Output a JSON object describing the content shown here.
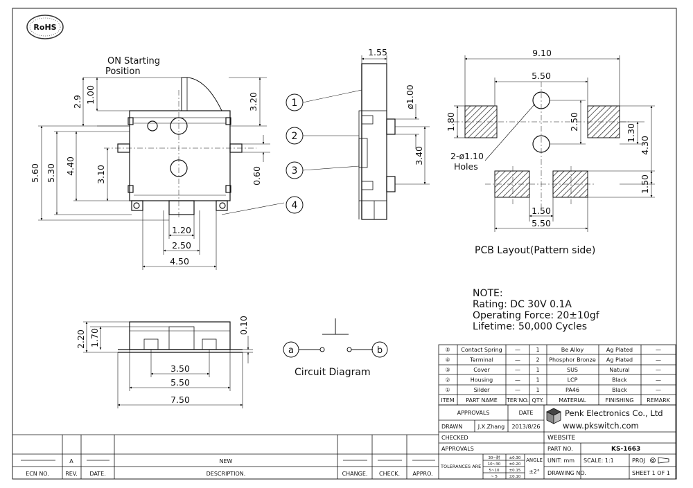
{
  "rohs_logo": "RoHS",
  "front_view": {
    "on_start_label": [
      "ON Starting",
      "Position"
    ],
    "dims": {
      "d1_00": "1.00",
      "d2_9": "2.9",
      "d3_20": "3.20",
      "d5_60": "5.60",
      "d5_30": "5.30",
      "d4_40": "4.40",
      "d3_10": "3.10",
      "d0_60": "0.60",
      "d1_20": "1.20",
      "d2_50": "2.50",
      "d4_50": "4.50"
    }
  },
  "side_view": {
    "dims": {
      "d1_55": "1.55",
      "d1_00": "ø1.00",
      "d3_40": "3.40"
    },
    "callouts": [
      "1",
      "2",
      "3",
      "4"
    ]
  },
  "pcb": {
    "dims": {
      "d9_10": "9.10",
      "d5_50_top": "5.50",
      "d1_80": "1.80",
      "d2_50": "2.50",
      "d1_30": "1.30",
      "d4_30": "4.30",
      "d1_50_right": "1.50",
      "d1_50_bottom": "1.50",
      "d5_50_bottom": "5.50"
    },
    "holes_label": [
      "2-ø1.10",
      "Holes"
    ],
    "caption": "PCB Layout(Pattern side)"
  },
  "notes": [
    "NOTE:",
    "Rating: DC 30V 0.1A",
    "Operating Force: 20±10gf",
    "Lifetime:  50,000 Cycles"
  ],
  "bottom_view": {
    "dims": {
      "d2_20": "2.20",
      "d1_70": "1.70",
      "d0_10": "0.10",
      "d3_50": "3.50",
      "d5_50": "5.50",
      "d7_50": "7.50"
    }
  },
  "circuit": {
    "a": "a",
    "b": "b",
    "caption": "Circuit Diagram"
  },
  "bom": {
    "rows": [
      {
        "no": "⑤",
        "part": "Contact Spring",
        "ter": "—",
        "qty": "1",
        "material": "Be Alloy",
        "finishing": "Ag Plated",
        "remark": "—"
      },
      {
        "no": "④",
        "part": "Terminal",
        "ter": "—",
        "qty": "2",
        "material": "Phosphor Bronze",
        "finishing": "Ag Plated",
        "remark": "—"
      },
      {
        "no": "③",
        "part": "Cover",
        "ter": "—",
        "qty": "1",
        "material": "SUS",
        "finishing": "Natural",
        "remark": "—"
      },
      {
        "no": "②",
        "part": "Housing",
        "ter": "—",
        "qty": "1",
        "material": "LCP",
        "finishing": "Black",
        "remark": "—"
      },
      {
        "no": "①",
        "part": "Silder",
        "ter": "—",
        "qty": "1",
        "material": "PA46",
        "finishing": "Black",
        "remark": "—"
      }
    ],
    "header": {
      "item": "ITEM",
      "part": "PART NAME",
      "ter": "TER'NO.",
      "qty": "QTY.",
      "material": "MATERIAL",
      "finishing": "FINISHING",
      "remark": "REMARK"
    }
  },
  "title_block": {
    "approvals": "APPROVALS",
    "date": "DATE",
    "drawn": "DRAWN",
    "drawn_by": "J.X.Zhang",
    "drawn_date": "2013/8/26",
    "checked": "CHECKED",
    "approvals2": "APPROVALS",
    "company": "Penk Electronics Co., Ltd",
    "website_url": "www.pkswitch.com",
    "website_label": "WEBSITE",
    "part_no_label": "PART NO.",
    "part_no": "KS-1663",
    "tolerances_label": "TOLERANCES ARE",
    "tol_rows": [
      {
        "range": "30~耐",
        "tol": "±0.30"
      },
      {
        "range": "10~30",
        "tol": "±0.20"
      },
      {
        "range": "5~10",
        "tol": "±0.15"
      },
      {
        "range": "~ 5",
        "tol": "±0.10"
      }
    ],
    "angle_label": "ANGLE",
    "angle_tol": "±2°",
    "unit": "UNIT: mm",
    "scale": "SCALE:  1:1",
    "proj": "PROJ",
    "drawing_no": "DRAWING NO.",
    "sheet": "SHEET  1 OF 1"
  },
  "revision_block": {
    "rev_letter": "A",
    "new_label": "NEW",
    "headers": [
      "ECN NO.",
      "REV.",
      "DATE.",
      "DESCRIPTION.",
      "CHANGE.",
      "CHECK.",
      "APPRO."
    ]
  }
}
